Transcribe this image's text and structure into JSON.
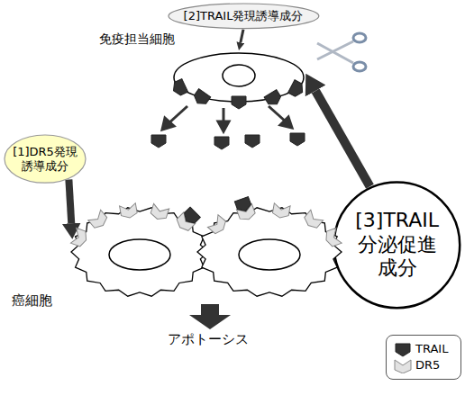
{
  "diagram": {
    "nodes": [
      {
        "text": [
          "[2]TRAIL発現誘導成分"
        ]
      },
      {
        "text": [
          "免疫担当細胞"
        ]
      },
      {
        "text": [
          "[1]DR5発現誘導成分"
        ]
      },
      {
        "text": [
          "[3]TRAIL分泌促進成分"
        ]
      },
      {
        "text": [
          "癌細胞"
        ]
      }
    ],
    "edges": [
      {
        "from": 0,
        "to": 1,
        "arrow": "to"
      },
      {
        "from": 2,
        "to": 4,
        "arrow": "to"
      },
      {
        "from": 3,
        "to": 1,
        "arrow": "to"
      }
    ],
    "labels": [
      "アポトーシス"
    ],
    "legend": [
      {
        "text": "TRAIL"
      },
      {
        "text": "DR5"
      }
    ]
  }
}
